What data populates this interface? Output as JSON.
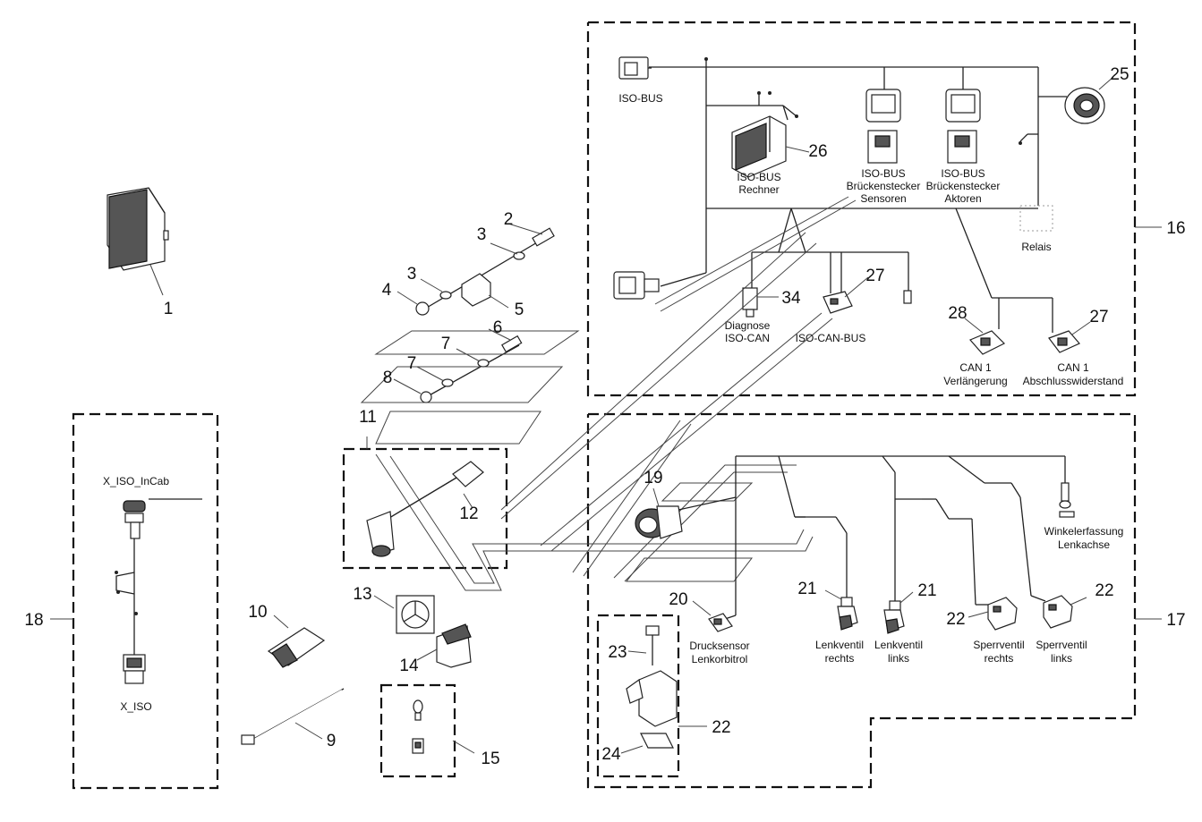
{
  "numbers": {
    "n1": "1",
    "n2": "2",
    "n3a": "3",
    "n3b": "3",
    "n4": "4",
    "n5": "5",
    "n6": "6",
    "n7a": "7",
    "n7b": "7",
    "n8": "8",
    "n9": "9",
    "n10": "10",
    "n11": "11",
    "n12": "12",
    "n13": "13",
    "n14": "14",
    "n15": "15",
    "n16": "16",
    "n17": "17",
    "n18": "18",
    "n19": "19",
    "n20": "20",
    "n21a": "21",
    "n21b": "21",
    "n22a": "22",
    "n22b": "22",
    "n22c": "22",
    "n23": "23",
    "n24": "24",
    "n25": "25",
    "n26": "26",
    "n27a": "27",
    "n27b": "27",
    "n28": "28",
    "n34": "34"
  },
  "labels": {
    "iso_bus": "ISO-BUS",
    "rechner_1": "ISO-BUS",
    "rechner_2": "Rechner",
    "bs_sens_1": "ISO-BUS",
    "bs_sens_2": "Brückenstecker",
    "bs_sens_3": "Sensoren",
    "bs_akt_1": "ISO-BUS",
    "bs_akt_2": "Brückenstecker",
    "bs_akt_3": "Aktoren",
    "relais": "Relais",
    "diag_1": "Diagnose",
    "diag_2": "ISO-CAN",
    "iso_can_bus": "ISO-CAN-BUS",
    "can_verl_1": "CAN 1",
    "can_verl_2": "Verlängerung",
    "can_absch_1": "CAN 1",
    "can_absch_2": "Abschlusswiderstand",
    "x_iso_incab": "X_ISO_InCab",
    "x_iso": "X_ISO",
    "winkel_1": "Winkelerfassung",
    "winkel_2": "Lenkachse",
    "druck_1": "Drucksensor",
    "druck_2": "Lenkorbitrol",
    "lvr_1": "Lenkventil",
    "lvr_2": "rechts",
    "lvl_1": "Lenkventil",
    "lvl_2": "links",
    "svr_1": "Sperrventil",
    "svr_2": "rechts",
    "svl_1": "Sperrventil",
    "svl_2": "links"
  },
  "colors": {
    "line": "#222222",
    "fill_dark": "#555555",
    "background": "#ffffff"
  }
}
